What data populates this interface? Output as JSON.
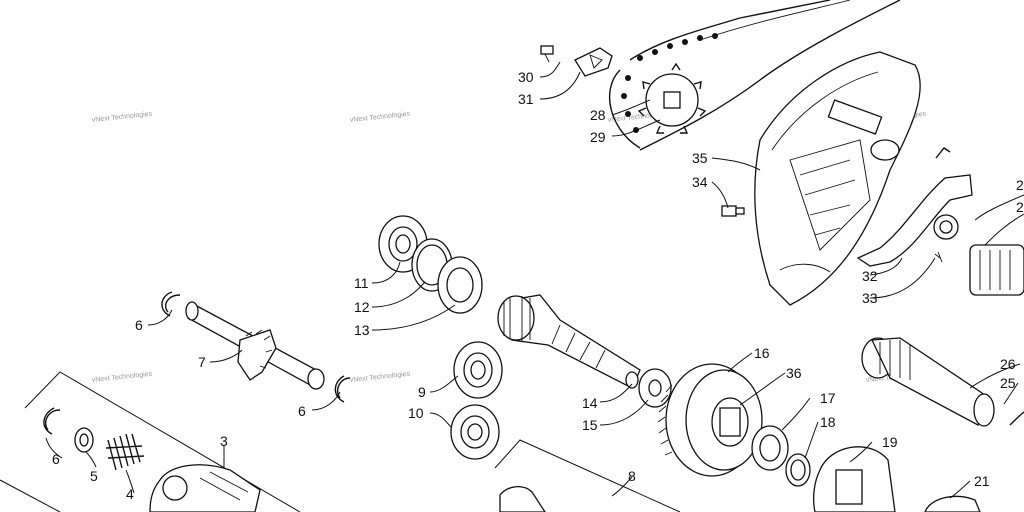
{
  "watermark": "vNext Technologies",
  "labels": {
    "l3": "3",
    "l4": "4",
    "l5": "5",
    "l6a": "6",
    "l6b": "6",
    "l6c": "6",
    "l7": "7",
    "l8": "8",
    "l9": "9",
    "l10": "10",
    "l11": "11",
    "l12": "12",
    "l13": "13",
    "l14": "14",
    "l15": "15",
    "l16": "16",
    "l17": "17",
    "l18": "18",
    "l19": "19",
    "l21": "21",
    "l25": "25",
    "l26": "26",
    "l28": "28",
    "l29": "29",
    "l30": "30",
    "l31": "31",
    "l32": "32",
    "l33": "33",
    "l34": "34",
    "l35": "35",
    "l36": "36",
    "l2a": "2",
    "l2b": "2"
  }
}
